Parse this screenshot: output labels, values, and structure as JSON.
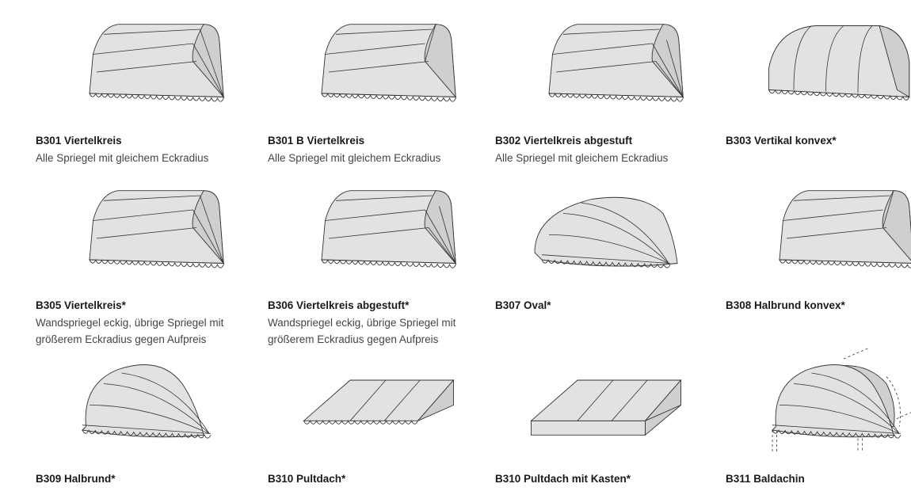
{
  "colors": {
    "fill": "#e2e2e2",
    "shade": "#cfcfcf",
    "stroke": "#333333"
  },
  "items": [
    {
      "code_title": "B301 Viertelkreis",
      "desc": [
        "Alle Spriegel mit gleichem Eckradius"
      ],
      "shape": "box"
    },
    {
      "code_title": "B301 B Viertelkreis",
      "desc": [
        "Alle Spriegel mit gleichem Eckradius"
      ],
      "shape": "box-b"
    },
    {
      "code_title": "B302 Viertelkreis abgestuft",
      "desc": [
        "Alle Spriegel mit gleichem Eckradius"
      ],
      "shape": "box-step"
    },
    {
      "code_title": "B303 Vertikal konvex*",
      "desc": [],
      "shape": "vertical"
    },
    {
      "code_title": "B305 Viertelkreis*",
      "desc": [
        "Wandspriegel eckig, übrige Spriegel mit",
        "größerem Eckradius gegen Aufpreis"
      ],
      "shape": "box"
    },
    {
      "code_title": "B306 Viertelkreis abgestuft*",
      "desc": [
        "Wandspriegel eckig, übrige Spriegel mit",
        "größerem Eckradius gegen Aufpreis"
      ],
      "shape": "box-step"
    },
    {
      "code_title": "B307 Oval*",
      "desc": [],
      "shape": "oval"
    },
    {
      "code_title": "B308 Halbrund konvex*",
      "desc": [],
      "shape": "box-b"
    },
    {
      "code_title": "B309 Halbrund*",
      "desc": [],
      "shape": "dome"
    },
    {
      "code_title": "B310 Pultdach*",
      "desc": [],
      "shape": "shed"
    },
    {
      "code_title": "B310 Pultdach mit Kasten*",
      "desc": [],
      "shape": "shed-box"
    },
    {
      "code_title": "B311 Baldachin",
      "desc": [],
      "shape": "baldachin"
    }
  ]
}
